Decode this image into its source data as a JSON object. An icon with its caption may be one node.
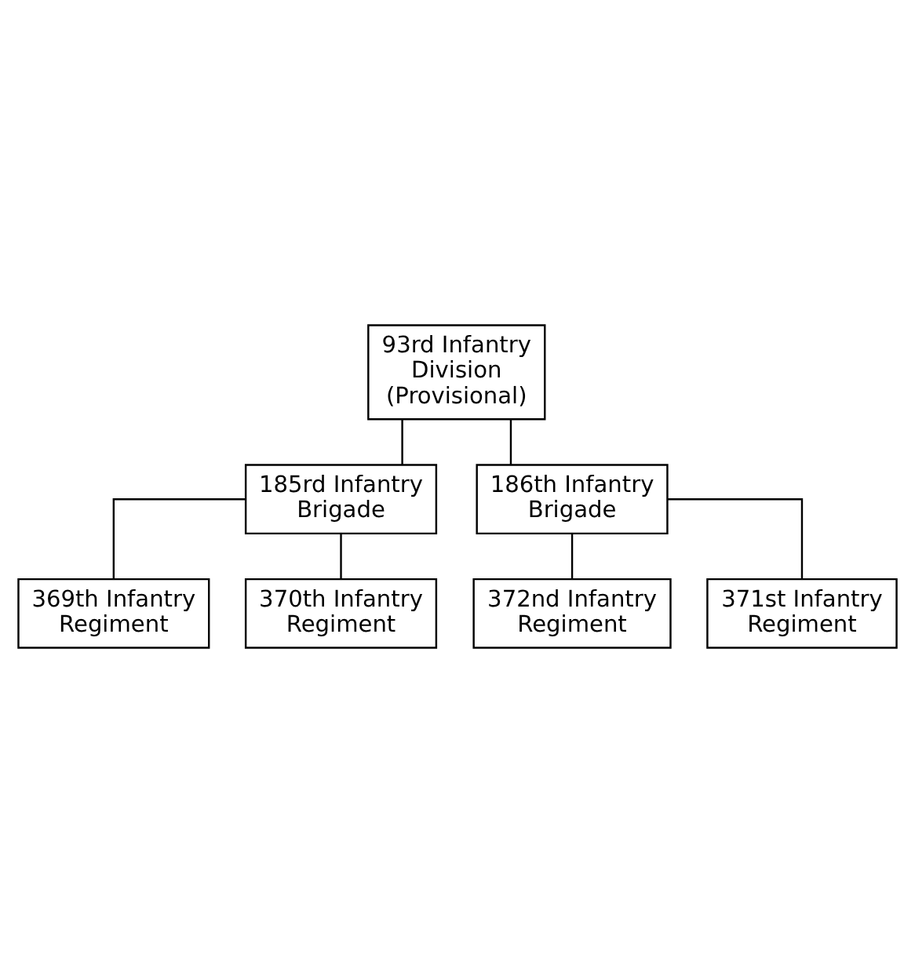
{
  "diagram": {
    "nodes": [
      {
        "text": [
          "93rd Infantry Division (Provisional)"
        ]
      },
      {
        "text": [
          "185rd Infantry Brigade"
        ]
      },
      {
        "text": [
          "186th Infantry Brigade"
        ]
      },
      {
        "text": [
          "369th Infantry Regiment"
        ]
      },
      {
        "text": [
          "370th Infantry Regiment"
        ]
      },
      {
        "text": [
          "372nd Infantry Regiment"
        ]
      },
      {
        "text": [
          "371st Infantry Regiment"
        ]
      }
    ],
    "edges": [
      {
        "from": 0,
        "to": 1,
        "arrow": "none"
      },
      {
        "from": 0,
        "to": 2,
        "arrow": "none"
      },
      {
        "from": 1,
        "to": 3,
        "arrow": "none"
      },
      {
        "from": 1,
        "to": 4,
        "arrow": "none"
      },
      {
        "from": 2,
        "to": 5,
        "arrow": "none"
      },
      {
        "from": 2,
        "to": 6,
        "arrow": "none"
      }
    ]
  }
}
